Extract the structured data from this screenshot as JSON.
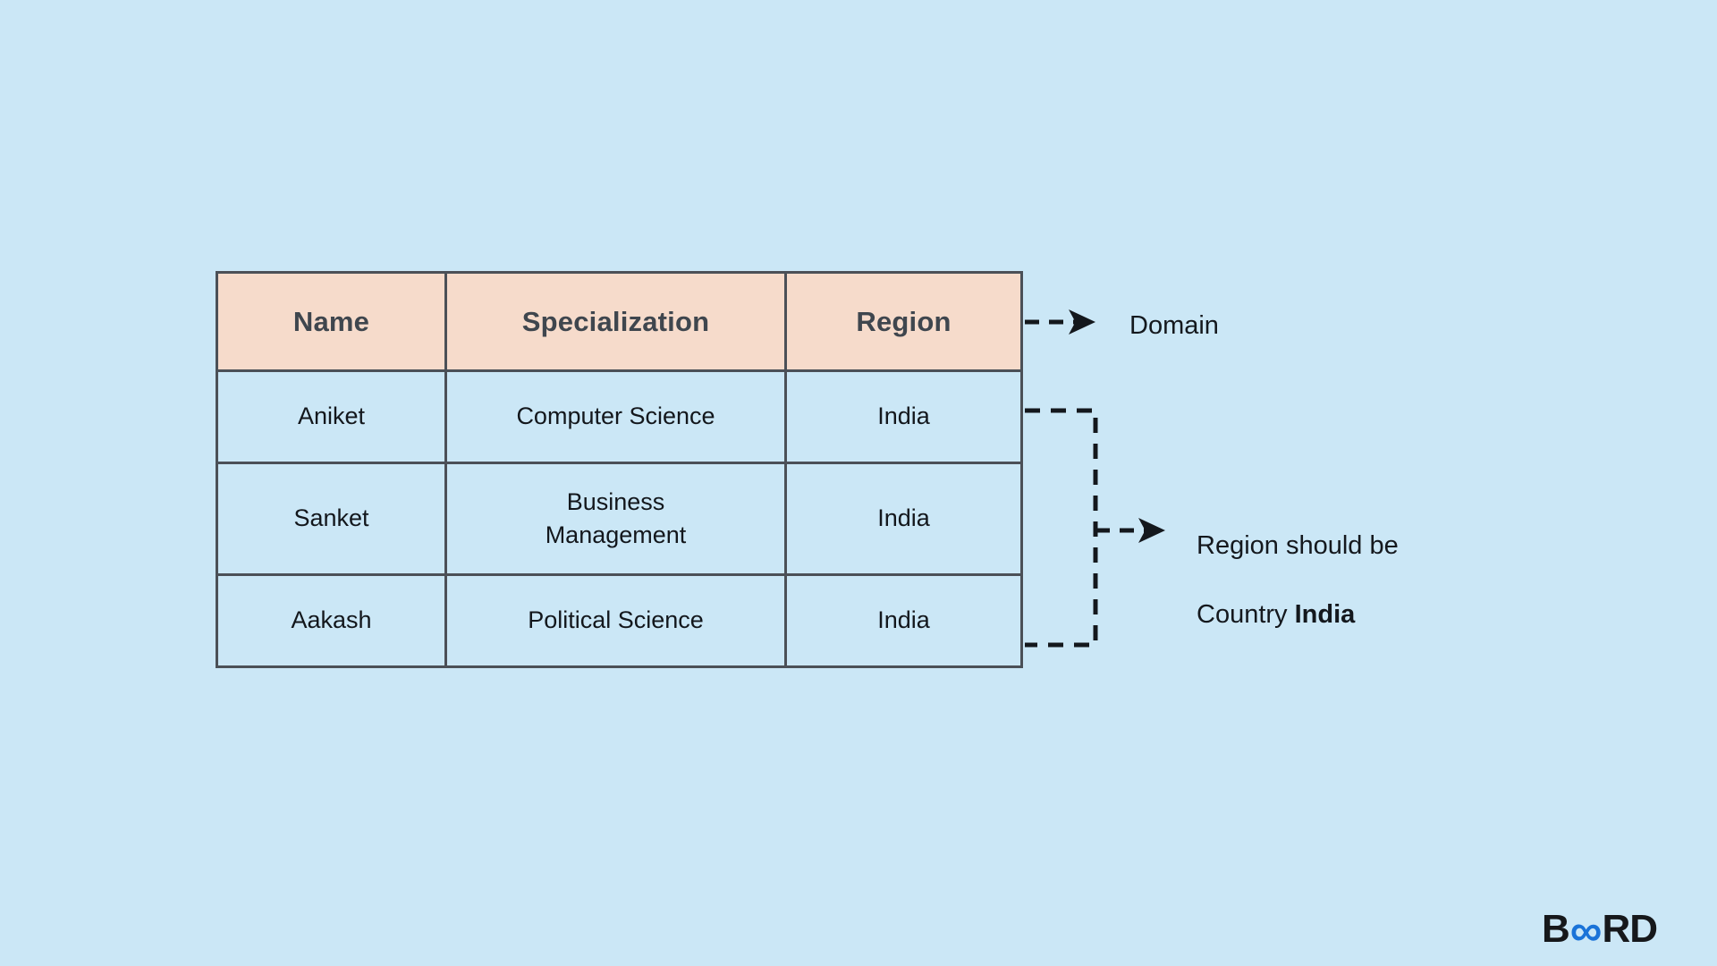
{
  "page": {
    "background_color": "#cbe7f6",
    "border_color": "#4b5057",
    "header_fill_color": "#f6dbcb",
    "text_color": "#14181d"
  },
  "table": {
    "columns": [
      "Name",
      "Specialization",
      "Region"
    ],
    "rows": [
      {
        "name": "Aniket",
        "specialization": "Computer Science",
        "region": "India"
      },
      {
        "name": "Sanket",
        "specialization": "Business\nManagement",
        "region": "India"
      },
      {
        "name": "Aakash",
        "specialization": "Political Science",
        "region": "India"
      }
    ]
  },
  "annotations": {
    "domain_label": "Domain",
    "region_note_line1": "Region should be",
    "region_note_line2_prefix": "Country ",
    "region_note_line2_bold": "India"
  },
  "logo": {
    "part1": "B",
    "part2": "∞",
    "part3": "RD",
    "brand_color": "#1a73d8"
  }
}
